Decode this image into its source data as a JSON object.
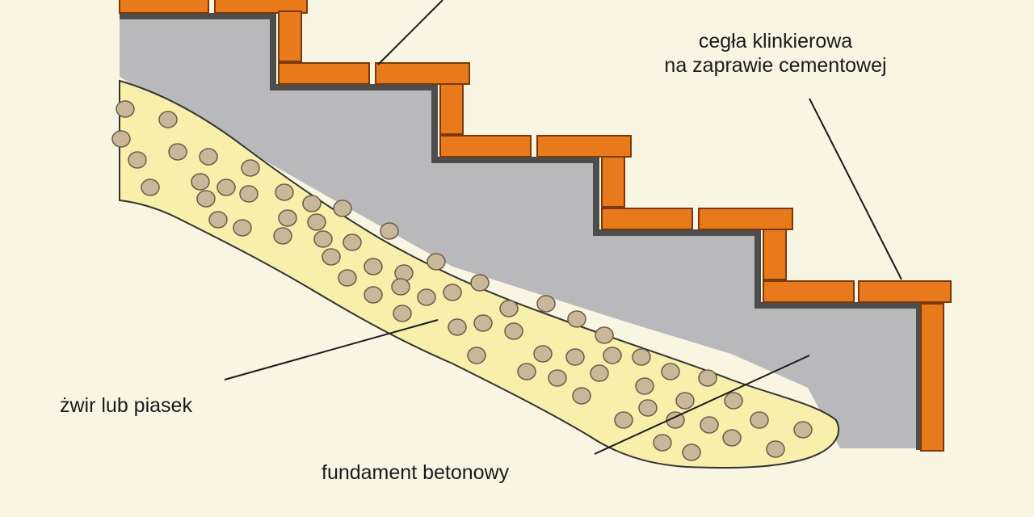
{
  "labels": {
    "brick_line1": "cegła klinkierowa",
    "brick_line2": "na zaprawie cementowej",
    "gravel": "żwir lub piasek",
    "foundation": "fundament betonowy"
  },
  "colors": {
    "background": "#f9f5e3",
    "brick": "#e87a1c",
    "brick_outline": "#7a3a0c",
    "mortar": "#4d4d4d",
    "concrete": "#b9b9bb",
    "gravel_fill": "#f8efaa",
    "pebble": "#c9b79a",
    "line": "#1a1a1a"
  }
}
